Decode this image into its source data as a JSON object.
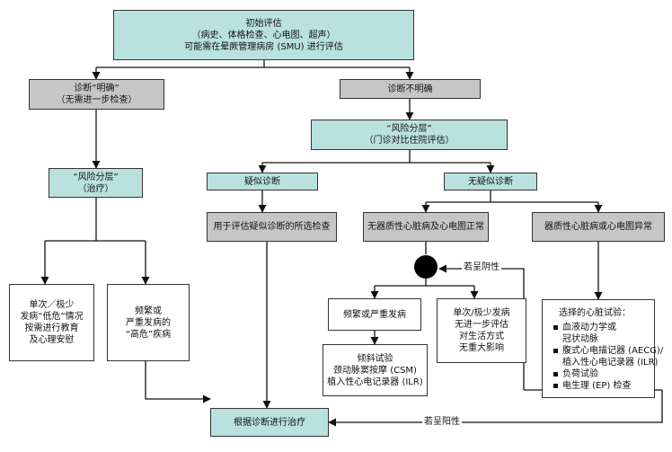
{
  "boxes": {
    "initial": [
      "初始评估",
      "（病史、体格检查、心电图、超声）",
      "可能需在晕厥管理病房 (SMU) 进行评估"
    ],
    "certain": [
      "诊断“明确”",
      "（无需进一步检查）"
    ],
    "uncertain": [
      "诊断不明确"
    ],
    "risk_outpatient": [
      "“风险分层”",
      "（门诊对比住院评估）"
    ],
    "risk_treat": [
      "“风险分层”",
      "（治疗）"
    ],
    "suspected": [
      "疑似诊断"
    ],
    "unsuspected": [
      "无疑似诊断"
    ],
    "selected_tests": [
      "用于评估疑似诊断的所选检查"
    ],
    "no_heart_disease": [
      "无器质性心脏病及心电图正常"
    ],
    "heart_disease": [
      "器质性心脏病或心电图异常"
    ],
    "low_risk": [
      "单次／极少",
      "发病“低危”情况",
      "按需进行教育",
      "及心理安慰"
    ],
    "high_risk": [
      "频繁或",
      "严重发病的",
      "“高危”疾病"
    ],
    "frequent": [
      "频繁或严重发病"
    ],
    "single_rare": [
      "单次/极少发病",
      "无进一步评估",
      "对生活方式",
      "无重大影响"
    ],
    "tilt_tests": [
      "倾斜试验",
      "颈动脉窦按摩 (CSM)",
      "植入性心电记录器 (ILR)"
    ],
    "cardiac_tests_head": "选择的心脏试验：",
    "cardiac_tests": [
      "血液动力学或",
      "冠状动脉",
      "腹式心电描记器 (AECG)/",
      "植入性心电记录器 (ILR)",
      "负荷试验",
      "电生理 (EP) 检查"
    ],
    "treat": [
      "根据诊断进行治疗"
    ]
  },
  "labels": {
    "if_negative": "若呈阴性",
    "if_positive": "若呈阳性"
  }
}
